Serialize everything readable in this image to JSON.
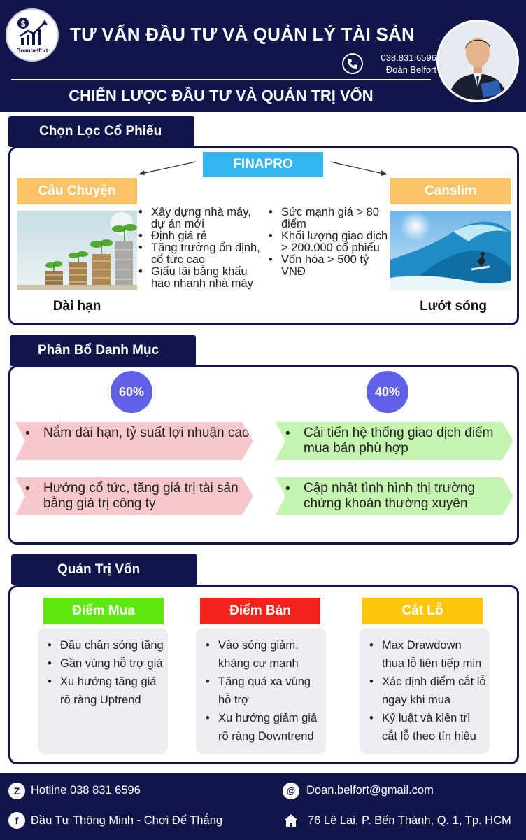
{
  "header": {
    "logo_text": "Doanbelfort",
    "title": "TƯ VẤN ĐẦU TƯ VÀ QUẢN LÝ TÀI SẢN",
    "phone": "038.831.6596",
    "name": "Đoàn Belfort",
    "subtitle": "CHIẾN LƯỢC ĐẦU TƯ VÀ QUẢN TRỊ VỐN"
  },
  "stock_selection": {
    "heading": "Chọn Lọc Cổ Phiếu",
    "center_tag": "FINAPRO",
    "left": {
      "tag": "Câu Chuyện",
      "caption": "Dài hạn",
      "bullets": [
        "Xây dựng nhà máy, dự án mới",
        "Định giá rẻ",
        "Tăng trưởng ổn định, cổ tức cao",
        "Giấu lãi bằng khấu hao nhanh nhà máy"
      ]
    },
    "right": {
      "tag": "Canslim",
      "caption": "Lướt sóng",
      "bullets": [
        "Sức mạnh giá > 80 điểm",
        "Khối lượng giao dịch > 200.000 cổ phiếu",
        "Vốn hóa > 500 tỷ VNĐ"
      ]
    }
  },
  "allocation": {
    "heading": "Phân Bổ Danh Mục",
    "left": {
      "percent": "60%",
      "items": [
        "Nắm dài hạn, tỷ suất lợi nhuận cao",
        "Hưởng cổ tức, tăng giá trị tài sản bằng giá trị công ty"
      ]
    },
    "right": {
      "percent": "40%",
      "items": [
        "Cải tiến hệ thống giao dịch điểm mua bán phù hợp",
        "Cập nhật tình hình thị trường chứng khoán thường xuyên"
      ]
    }
  },
  "capital": {
    "heading": "Quản Trị Vốn",
    "columns": [
      {
        "tag": "Điểm Mua",
        "color": "#5ee80f",
        "items": [
          "Đầu chân sóng tăng",
          "Gần vùng hỗ trợ giá",
          "Xu hướng tăng giá rõ ràng Uptrend"
        ]
      },
      {
        "tag": "Điểm Bán",
        "color": "#f2231b",
        "items": [
          "Vào sóng giảm, kháng cự mạnh",
          "Tăng quá xa vùng hỗ trợ",
          "Xu hướng giảm giá rõ ràng Downtrend"
        ]
      },
      {
        "tag": "Cắt Lỗ",
        "color": "#ffc60f",
        "items": [
          "Max Drawdown thua lỗ liên tiếp min",
          "Xác định điểm cắt lỗ ngay khi mua",
          "Kỷ luật và kiên trì cắt lỗ theo tín hiệu"
        ]
      }
    ]
  },
  "footer": {
    "hotline": "Hotline 038 831 6596",
    "email": "Doan.belfort@gmail.com",
    "slogan": "Đầu Tư Thông Minh - Chơi Để Thắng",
    "address": "76 Lê Lai, P. Bến Thành, Q. 1, Tp. HCM"
  }
}
